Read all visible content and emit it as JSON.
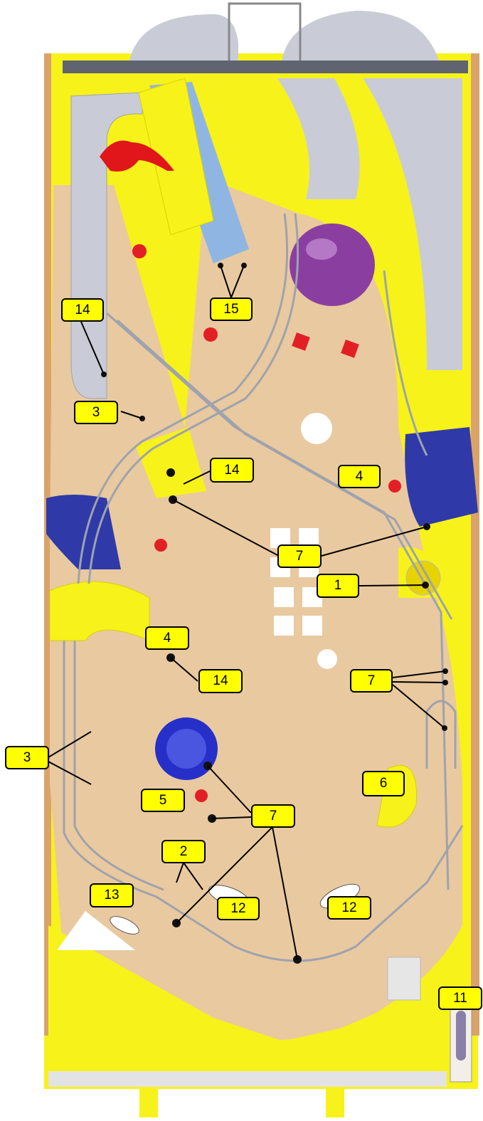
{
  "palette": {
    "playfield_wood": "#e9c9a0",
    "cabinet_yellow": "#f7f21a",
    "ramp_metal": "#c9ccd6",
    "rail": "#9ea3ad",
    "toy_hand_blue": "#2f3aa8",
    "toy_dragon_red": "#e0161b",
    "dome_purple": "#8a3fa0",
    "callout_yellow": "#ffff00"
  },
  "callouts": [
    {
      "id": "c14a",
      "label": "14"
    },
    {
      "id": "c15",
      "label": "15"
    },
    {
      "id": "c3a",
      "label": "3"
    },
    {
      "id": "c14b",
      "label": "14"
    },
    {
      "id": "c4a",
      "label": "4"
    },
    {
      "id": "c7a",
      "label": "7"
    },
    {
      "id": "c1",
      "label": "1"
    },
    {
      "id": "c4b",
      "label": "4"
    },
    {
      "id": "c14c",
      "label": "14"
    },
    {
      "id": "c7b",
      "label": "7"
    },
    {
      "id": "c3b",
      "label": "3"
    },
    {
      "id": "c6",
      "label": "6"
    },
    {
      "id": "c5",
      "label": "5"
    },
    {
      "id": "c7c",
      "label": "7"
    },
    {
      "id": "c2",
      "label": "2"
    },
    {
      "id": "c13",
      "label": "13"
    },
    {
      "id": "c12a",
      "label": "12"
    },
    {
      "id": "c12b",
      "label": "12"
    },
    {
      "id": "c11",
      "label": "11"
    }
  ]
}
